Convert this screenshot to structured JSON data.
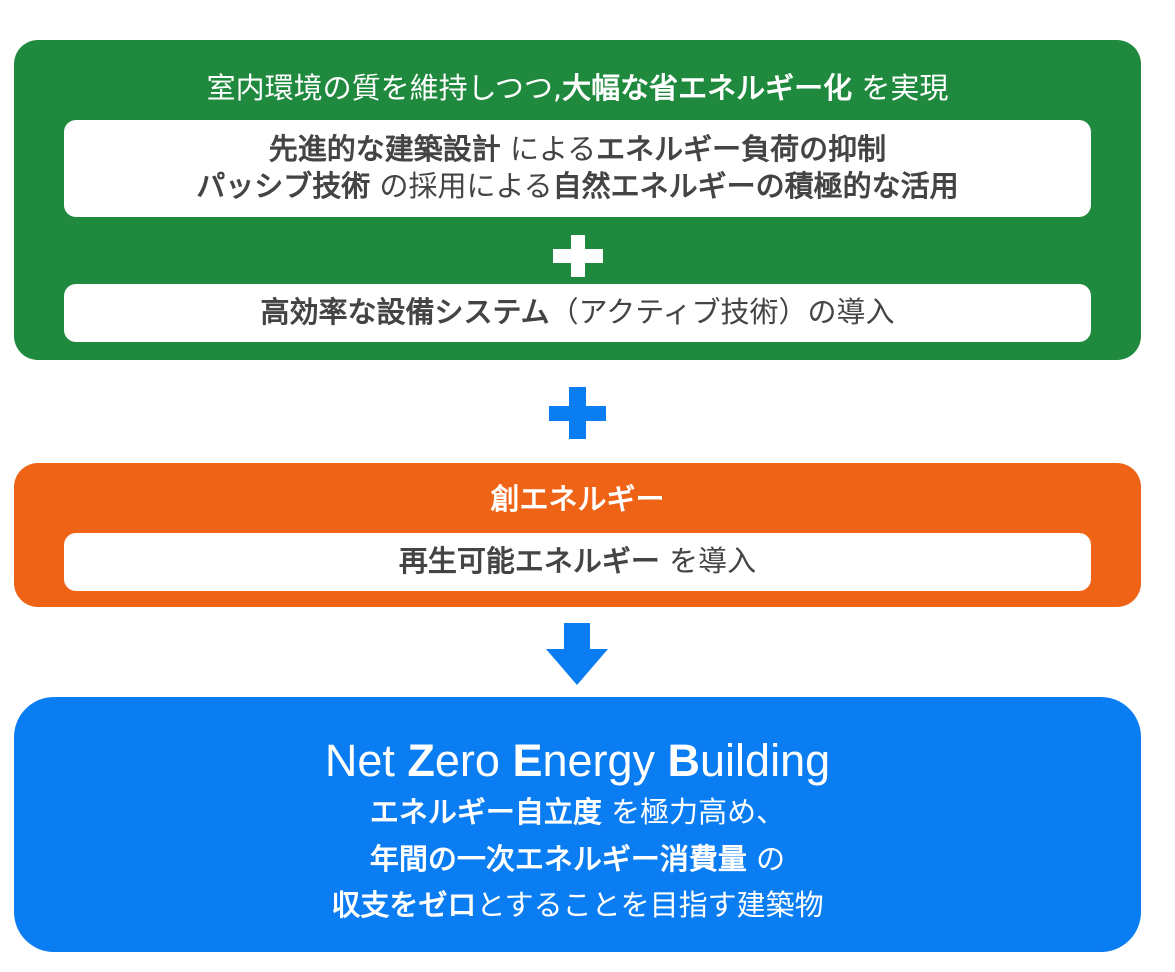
{
  "green_box": {
    "heading": {
      "normal1": "室内環境の質を維持しつつ,",
      "bold": "大幅な省エネルギー化",
      "normal2": " を実現"
    },
    "passive": {
      "line1": {
        "b1": "先進的な建築設計",
        "n1": " による",
        "b2": "エネルギー負荷の抑制"
      },
      "line2": {
        "b1": "パッシブ技術",
        "n1": " の採用による",
        "b2": "自然エネルギーの積極的な活用"
      }
    },
    "active": {
      "b1": "高効率な設備システム",
      "n1": "（アクティブ技術）の導入"
    },
    "color": "#1f8a3e"
  },
  "orange_box": {
    "heading": "創エネルギー",
    "renewable": {
      "b1": "再生可能エネルギー",
      "n1": " を導入"
    },
    "color": "#ee6316"
  },
  "blue_box": {
    "title": {
      "N": "N",
      "et": "et ",
      "Z": "Z",
      "ero": "ero ",
      "E": "E",
      "nergy": "nergy ",
      "B": "B",
      "uilding": "uilding"
    },
    "line1": {
      "b1": "エネルギー自立度",
      "n1": " を極力高め、"
    },
    "line2": {
      "b1": "年間の一次エネルギー消費量",
      "n1": " の"
    },
    "line3": {
      "b1": "収支をゼロ",
      "n1": "とすることを目指す建築物"
    },
    "color": "#0a7df2"
  },
  "icons": {
    "plus_white": "plus-icon",
    "plus_blue": "plus-icon",
    "arrow_down": "arrow-down-icon"
  }
}
